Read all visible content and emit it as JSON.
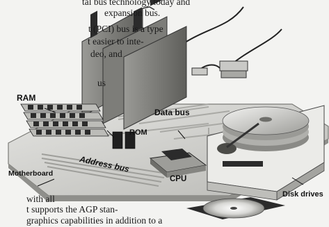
{
  "page": {
    "text_fragments": {
      "line1": "tal bus technology today and",
      "line2": "expansion bus.",
      "line3": "t (PCI) bus is a type",
      "line4": "t easier to inte-",
      "line5": "deo, and",
      "line6": "us",
      "line7": "with all",
      "line8": "t supports the AGP stan-",
      "line9": "graphics capabilities in addition to a"
    }
  },
  "diagram": {
    "labels": {
      "ram": "RAM",
      "rom": "ROM",
      "data_bus": "Data bus",
      "address_bus": "Address bus",
      "cpu": "CPU",
      "motherboard": "Motherboard",
      "disk_drives": "Disk drives"
    }
  },
  "colors": {
    "background": "#f3f3f1",
    "board": "#d9d9d6",
    "board_edge": "#8c8c88",
    "chip": "#2b2b2b",
    "bus_trace": "#bdbdb9",
    "metal": "#c9c9c6",
    "label_text": "#111111"
  }
}
